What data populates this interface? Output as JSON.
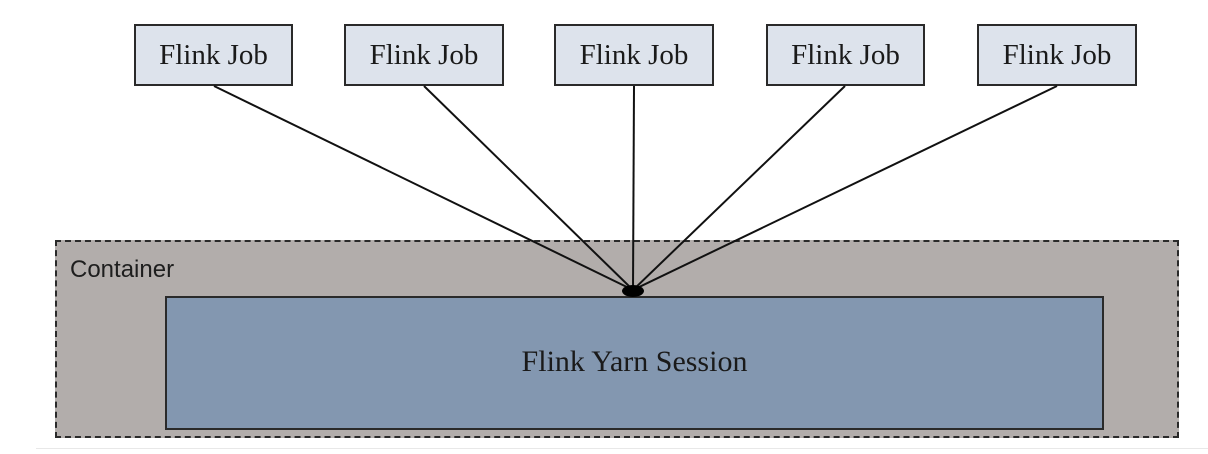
{
  "diagram": {
    "jobs": [
      {
        "label": "Flink Job"
      },
      {
        "label": "Flink Job"
      },
      {
        "label": "Flink Job"
      },
      {
        "label": "Flink Job"
      },
      {
        "label": "Flink Job"
      }
    ],
    "container": {
      "label": "Container",
      "session": {
        "label": "Flink Yarn Session"
      }
    }
  },
  "colors": {
    "job_fill": "#dde3ec",
    "container_fill": "#b2adab",
    "session_fill": "#8397b0",
    "line": "#111111"
  }
}
